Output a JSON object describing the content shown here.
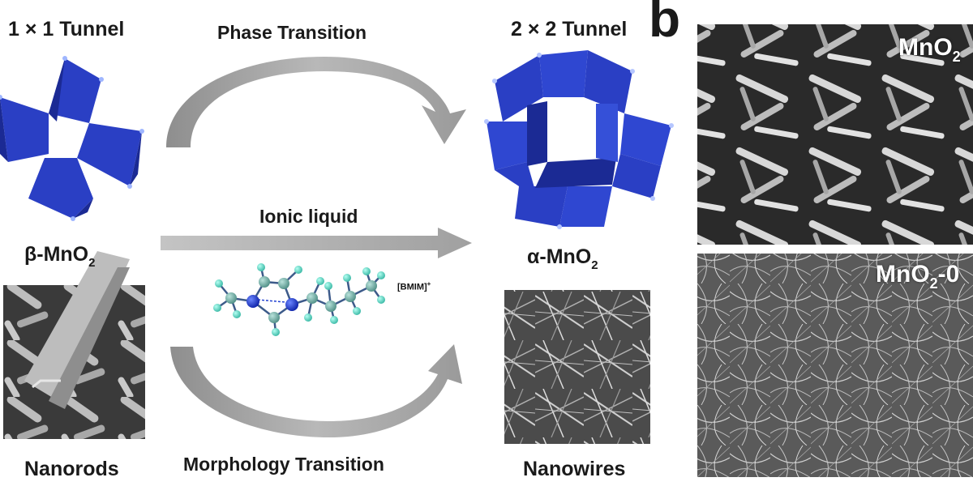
{
  "labels": {
    "left_tunnel": "1 × 1 Tunnel",
    "right_tunnel": "2 × 2 Tunnel",
    "phase_transition": "Phase Transition",
    "ionic_liquid": "Ionic liquid",
    "morphology_transition": "Morphology Transition",
    "beta_prefix": "β-MnO",
    "alpha_prefix": "α-MnO",
    "subscript_2": "2",
    "nanorods": "Nanorods",
    "nanowires": "Nanowires",
    "bmim": "[BMIM]",
    "bmim_sup": "+",
    "panel_b": "b",
    "sem_top": "MnO",
    "sem_top_sub": "2",
    "sem_bottom": "MnO",
    "sem_bottom_sub": "2",
    "sem_bottom_suffix": "-0"
  },
  "colors": {
    "octahedron_blue": "#2a3fc4",
    "octahedron_dark": "#1b2a94",
    "arrow_gray": "#a3a3a3",
    "carbon_atom": "#6fa8a0",
    "hydrogen_atom": "#5fd6c4",
    "nitrogen_atom": "#1f3fd1"
  },
  "icons": {
    "phase_arrow": "curved-arrow-icon",
    "ionic_arrow": "straight-arrow-icon",
    "morphology_arrow": "curved-arrow-icon"
  }
}
